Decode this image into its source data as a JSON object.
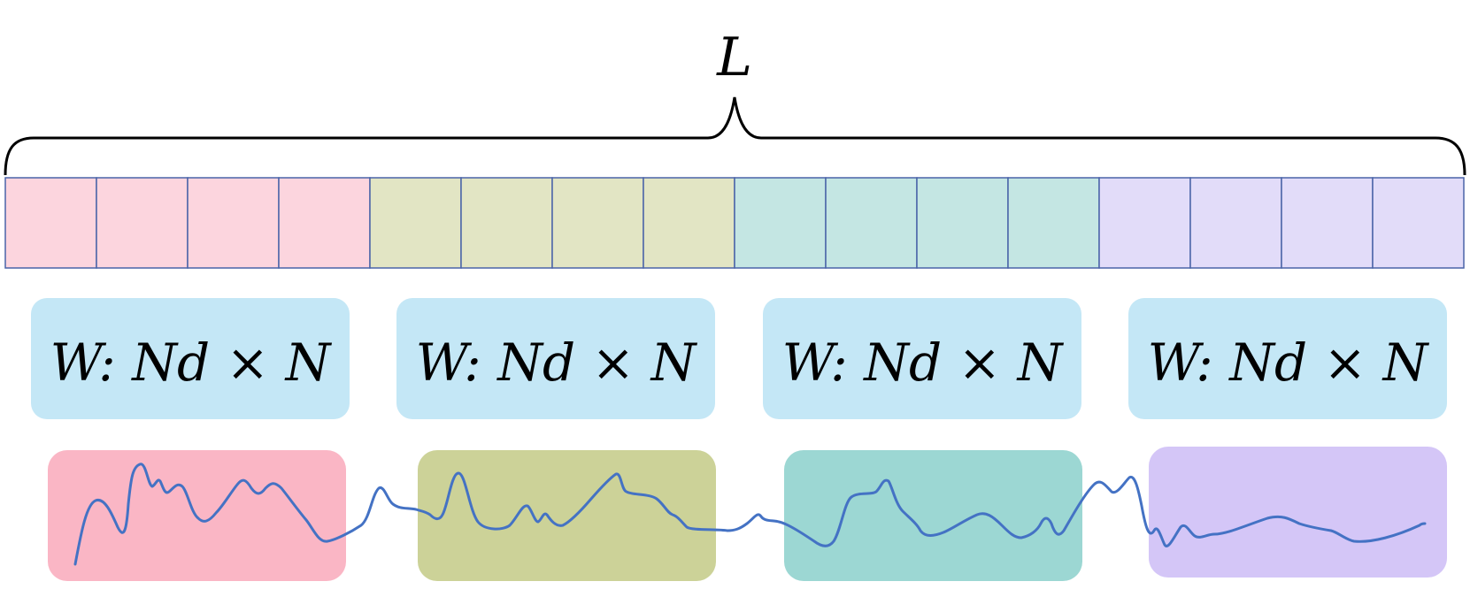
{
  "title_symbol": "L",
  "sequence": {
    "segments": [
      {
        "name": "segment-1",
        "color": "#fcd5de",
        "cells": 4
      },
      {
        "name": "segment-2",
        "color": "#e2e5c4",
        "cells": 4
      },
      {
        "name": "segment-3",
        "color": "#c4e6e3",
        "cells": 4
      },
      {
        "name": "segment-4",
        "color": "#e2dcf9",
        "cells": 4
      }
    ],
    "cell_border_color": "#4a64a8"
  },
  "weight_boxes": [
    {
      "label": "W: Nd × N"
    },
    {
      "label": "W: Nd × N"
    },
    {
      "label": "W: Nd × N"
    },
    {
      "label": "W: Nd × N"
    }
  ],
  "weight_box_color": "#c4e7f6",
  "signal_boxes": [
    {
      "name": "signal-box-1",
      "color": "#fab6c5"
    },
    {
      "name": "signal-box-2",
      "color": "#ccd298"
    },
    {
      "name": "signal-box-3",
      "color": "#9cd7d3"
    },
    {
      "name": "signal-box-4",
      "color": "#d4c6f7"
    }
  ],
  "signal_line_color": "#4472c4",
  "brace_color": "#000000"
}
